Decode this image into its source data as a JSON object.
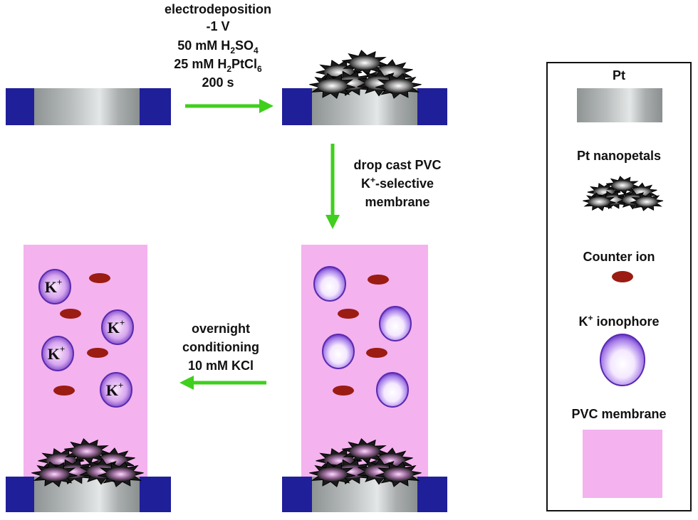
{
  "colors": {
    "background": "#ffffff",
    "substrate": "#1f1f9a",
    "platinum_light": "#d0d4d4",
    "platinum_dark": "#8a8f8f",
    "arrow": "#3fcf1c",
    "membrane": "#f4b2ee",
    "counter_ion": "#9b1c12",
    "ionophore_edge": "#5a2ab0",
    "legend_border": "#111111"
  },
  "steps": {
    "electrodeposition": {
      "line1": "electrodeposition",
      "line2": "-1 V",
      "line3_main": "50 mM H",
      "line3_sub": "2",
      "line3_end": "SO",
      "line3_sub2": "4",
      "line4_main": "25 mM H",
      "line4_sub": "2",
      "line4_mid": "PtCl",
      "line4_sub2": "6",
      "line5": "200 s"
    },
    "drop_cast": {
      "line1": "drop cast PVC",
      "line2_sup": "+",
      "line2_pre": "K",
      "line2_post": "-selective",
      "line3": "membrane"
    },
    "conditioning": {
      "line1": "overnight",
      "line2": "conditioning",
      "line3": "10 mM KCl"
    }
  },
  "ion_label": {
    "main": "K",
    "sup": "+"
  },
  "legend": {
    "pt": "Pt",
    "nanopetals": "Pt nanopetals",
    "counter_ion": "Counter ion",
    "ionophore_pre": "K",
    "ionophore_sup": "+",
    "ionophore_post": " ionophore",
    "pvc": "PVC membrane"
  }
}
